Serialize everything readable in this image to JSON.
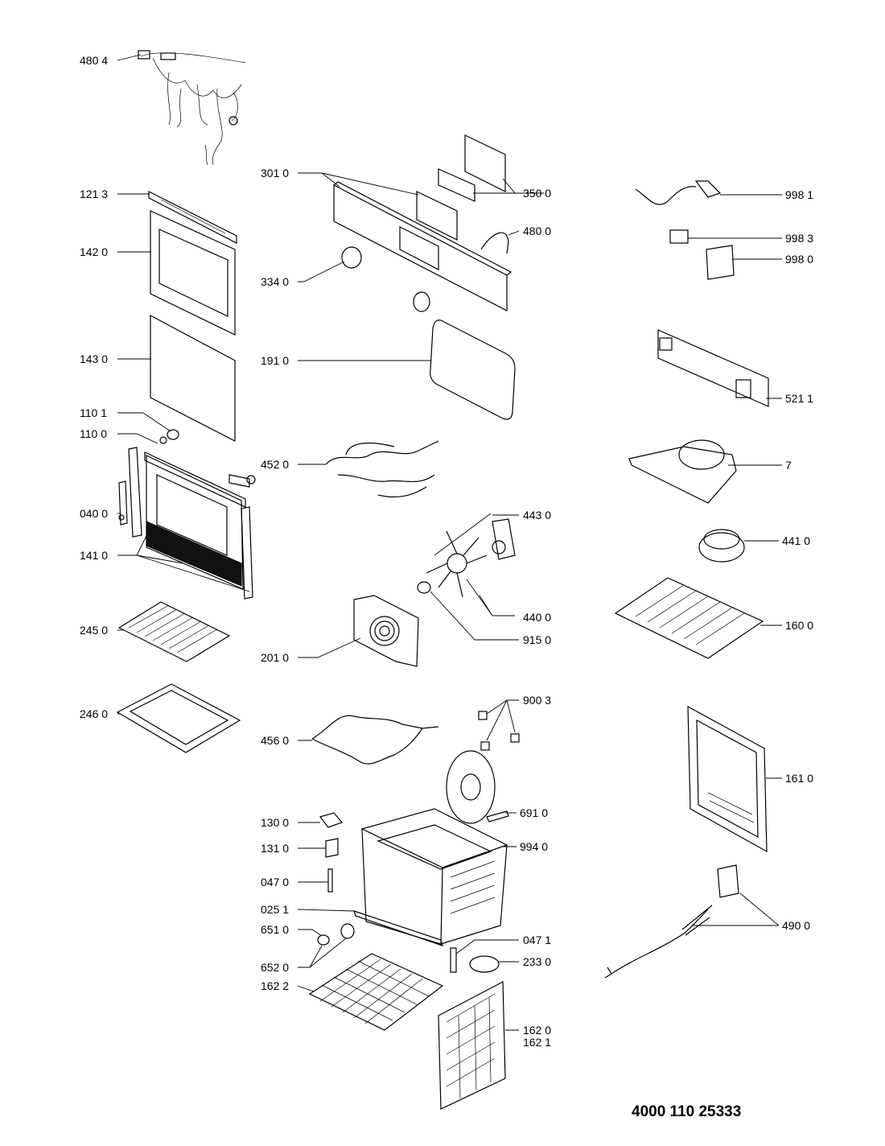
{
  "labels": {
    "l4804": "480 4",
    "l1213": "121 3",
    "l1420": "142 0",
    "l1430": "143 0",
    "l1101": "110 1",
    "l1100": "110 0",
    "l0400": "040 0",
    "l1410": "141 0",
    "l2450": "245 0",
    "l2460": "246 0",
    "l3010": "301 0",
    "l3340": "334 0",
    "l1910": "191 0",
    "l4520": "452 0",
    "l2010": "201 0",
    "l4560": "456 0",
    "l1300": "130 0",
    "l1310": "131 0",
    "l0470": "047 0",
    "l0251": "025 1",
    "l6510": "651 0",
    "l6520": "652 0",
    "l1622": "162 2",
    "l3500": "350 0",
    "l4800": "480 0",
    "l4430": "443 0",
    "l4400": "440 0",
    "l9150": "915 0",
    "l9003": "900 3",
    "l6910": "691 0",
    "l9940": "994 0",
    "l0471": "047 1",
    "l2330": "233 0",
    "l1620": "162 0",
    "l1621": "162 1",
    "l9981": "998 1",
    "l9983": "998 3",
    "l9980": "998 0",
    "l5211": "521 1",
    "l7": "7",
    "l4410": "441 0",
    "l1600": "160 0",
    "l1610": "161 0",
    "l4900": "490 0"
  },
  "part_number": "4000 110 25333"
}
